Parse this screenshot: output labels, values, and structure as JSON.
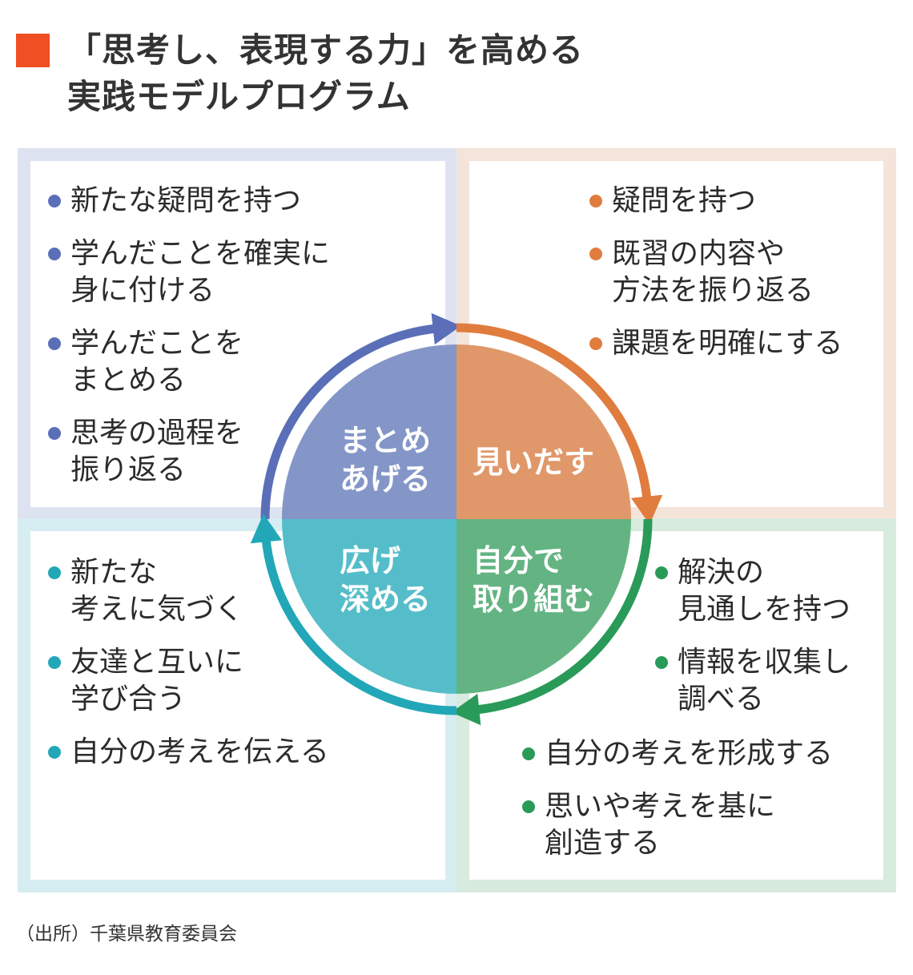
{
  "title": {
    "line1": "「思考し、表現する力」を高める",
    "line2": "実践モデルプログラム",
    "marker_color": "#f04e23"
  },
  "colors": {
    "blue": "#5a6fb8",
    "orange": "#e07c3e",
    "green": "#2a9a58",
    "teal": "#22a7b8",
    "center_blue": "#8496c8",
    "center_orange": "#e0986a",
    "center_green": "#63b482",
    "center_teal": "#55bdc9"
  },
  "center": {
    "top_left": [
      "まとめ",
      "あげる"
    ],
    "top_right": [
      "見いだす"
    ],
    "bottom_left": [
      "広げ",
      "深める"
    ],
    "bottom_right": [
      "自分で",
      "取り組む"
    ]
  },
  "quadrants": {
    "top_left": [
      [
        "新たな疑問を持つ"
      ],
      [
        "学んだことを確実に",
        "身に付ける"
      ],
      [
        "学んだことを",
        "まとめる"
      ],
      [
        "思考の過程を",
        "振り返る"
      ]
    ],
    "top_right": [
      [
        "疑問を持つ"
      ],
      [
        "既習の内容や",
        "方法を振り返る"
      ],
      [
        "課題を明確にする"
      ]
    ],
    "bottom_left": [
      [
        "新たな",
        "考えに気づく"
      ],
      [
        "友達と互いに",
        "学び合う"
      ],
      [
        "自分の考えを伝える"
      ]
    ],
    "bottom_right_upper": [
      [
        "解決の",
        "見通しを持つ"
      ],
      [
        "情報を収集し",
        "調べる"
      ]
    ],
    "bottom_right_lower": [
      [
        "自分の考えを形成する"
      ],
      [
        "思いや考えを基に",
        "創造する"
      ]
    ]
  },
  "source": "（出所）千葉県教育委員会"
}
